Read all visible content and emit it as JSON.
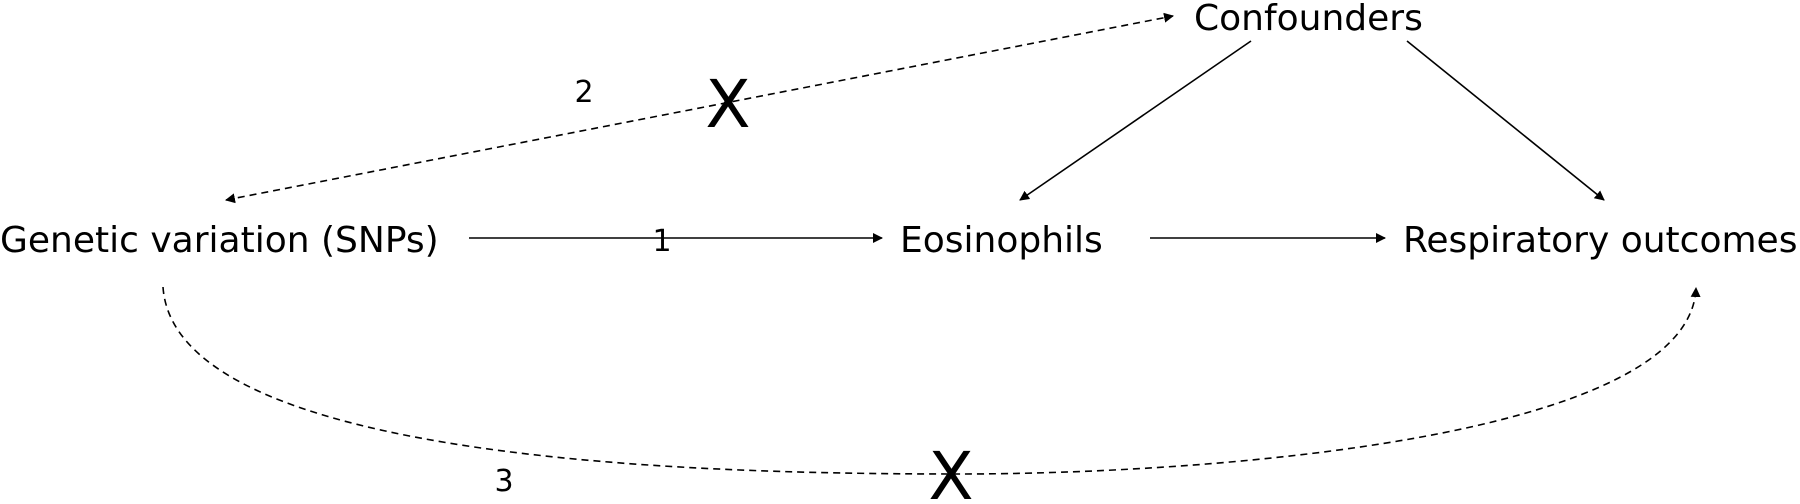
{
  "nodes": {
    "snps": "Genetic variation (SNPs)",
    "eosinophils": "Eosinophils",
    "outcomes": "Respiratory outcomes",
    "confounders": "Confounders"
  },
  "paths": {
    "p1": "1",
    "p2": "2",
    "p3": "3"
  },
  "markers": {
    "cross_2": "X",
    "cross_3": "X"
  },
  "colors": {
    "ink": "#000000",
    "background": "#ffffff"
  }
}
